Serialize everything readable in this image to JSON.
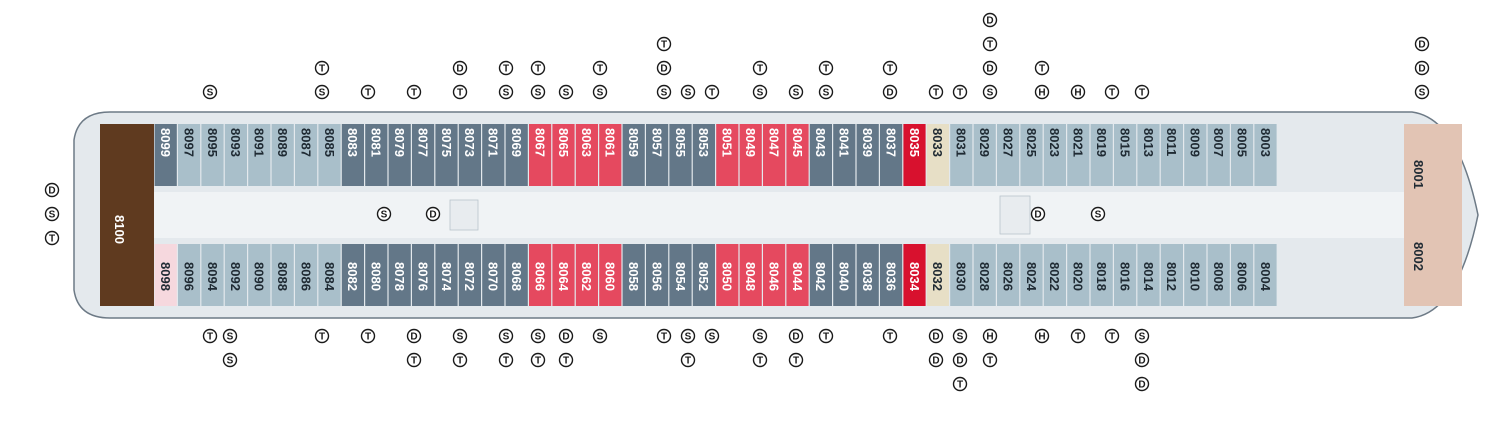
{
  "colors": {
    "hull_fill": "#e4e9ed",
    "hull_stroke": "#6d7a86",
    "corridor": "#f0f3f5",
    "dark": "#637788",
    "light": "#a9bfca",
    "red": "#e5495f",
    "deep_red": "#d8112e",
    "tan": "#e7dfc6",
    "peach": "#e2c4b4",
    "brown": "#5f3a1f",
    "pink": "#f6d8de",
    "label_dark": "#ffffff",
    "label_light": "#1f2a33"
  },
  "icon_legend": {
    "T": "T",
    "S": "S",
    "D": "D"
  },
  "suites": {
    "aft_suite": "8100",
    "forward_top": "8001",
    "forward_bottom": "8002"
  },
  "top_row": [
    {
      "num": "8099",
      "c": "dark"
    },
    {
      "num": "8097",
      "c": "light"
    },
    {
      "num": "8095",
      "c": "light"
    },
    {
      "num": "8093",
      "c": "light"
    },
    {
      "num": "8091",
      "c": "light"
    },
    {
      "num": "8089",
      "c": "light"
    },
    {
      "num": "8087",
      "c": "light"
    },
    {
      "num": "8085",
      "c": "light"
    },
    {
      "num": "8083",
      "c": "dark"
    },
    {
      "num": "8081",
      "c": "dark"
    },
    {
      "num": "8079",
      "c": "dark"
    },
    {
      "num": "8077",
      "c": "dark"
    },
    {
      "num": "8075",
      "c": "dark"
    },
    {
      "num": "8073",
      "c": "dark"
    },
    {
      "num": "8071",
      "c": "dark"
    },
    {
      "num": "8069",
      "c": "dark"
    },
    {
      "num": "8067",
      "c": "red"
    },
    {
      "num": "8065",
      "c": "red"
    },
    {
      "num": "8063",
      "c": "red"
    },
    {
      "num": "8061",
      "c": "red"
    },
    {
      "num": "8059",
      "c": "dark"
    },
    {
      "num": "8057",
      "c": "dark"
    },
    {
      "num": "8055",
      "c": "dark"
    },
    {
      "num": "8053",
      "c": "dark"
    },
    {
      "num": "8051",
      "c": "red"
    },
    {
      "num": "8049",
      "c": "red"
    },
    {
      "num": "8047",
      "c": "red"
    },
    {
      "num": "8045",
      "c": "red"
    },
    {
      "num": "8043",
      "c": "dark"
    },
    {
      "num": "8041",
      "c": "dark"
    },
    {
      "num": "8039",
      "c": "dark"
    },
    {
      "num": "8037",
      "c": "dark"
    },
    {
      "num": "8035",
      "c": "deep_red"
    },
    {
      "num": "8033",
      "c": "tan"
    },
    {
      "num": "8031",
      "c": "light"
    },
    {
      "num": "8029",
      "c": "light"
    },
    {
      "num": "8027",
      "c": "light"
    },
    {
      "num": "8025",
      "c": "light"
    },
    {
      "num": "8023",
      "c": "light"
    },
    {
      "num": "8021",
      "c": "light"
    },
    {
      "num": "8019",
      "c": "light"
    },
    {
      "num": "8015",
      "c": "light"
    },
    {
      "num": "8013",
      "c": "light"
    },
    {
      "num": "8011",
      "c": "light"
    },
    {
      "num": "8009",
      "c": "light"
    },
    {
      "num": "8007",
      "c": "light"
    },
    {
      "num": "8005",
      "c": "light"
    },
    {
      "num": "8003",
      "c": "light"
    }
  ],
  "bottom_row": [
    {
      "num": "8098",
      "c": "pink"
    },
    {
      "num": "8096",
      "c": "light"
    },
    {
      "num": "8094",
      "c": "light"
    },
    {
      "num": "8092",
      "c": "light"
    },
    {
      "num": "8090",
      "c": "light"
    },
    {
      "num": "8088",
      "c": "light"
    },
    {
      "num": "8086",
      "c": "light"
    },
    {
      "num": "8084",
      "c": "light"
    },
    {
      "num": "8082",
      "c": "dark"
    },
    {
      "num": "8080",
      "c": "dark"
    },
    {
      "num": "8078",
      "c": "dark"
    },
    {
      "num": "8076",
      "c": "dark"
    },
    {
      "num": "8074",
      "c": "dark"
    },
    {
      "num": "8072",
      "c": "dark"
    },
    {
      "num": "8070",
      "c": "dark"
    },
    {
      "num": "8068",
      "c": "dark"
    },
    {
      "num": "8066",
      "c": "red"
    },
    {
      "num": "8064",
      "c": "red"
    },
    {
      "num": "8062",
      "c": "red"
    },
    {
      "num": "8060",
      "c": "red"
    },
    {
      "num": "8058",
      "c": "dark"
    },
    {
      "num": "8056",
      "c": "dark"
    },
    {
      "num": "8054",
      "c": "dark"
    },
    {
      "num": "8052",
      "c": "dark"
    },
    {
      "num": "8050",
      "c": "red"
    },
    {
      "num": "8048",
      "c": "red"
    },
    {
      "num": "8046",
      "c": "red"
    },
    {
      "num": "8044",
      "c": "red"
    },
    {
      "num": "8042",
      "c": "dark"
    },
    {
      "num": "8040",
      "c": "dark"
    },
    {
      "num": "8038",
      "c": "dark"
    },
    {
      "num": "8036",
      "c": "dark"
    },
    {
      "num": "8034",
      "c": "deep_red"
    },
    {
      "num": "8032",
      "c": "tan"
    },
    {
      "num": "8030",
      "c": "light"
    },
    {
      "num": "8028",
      "c": "light"
    },
    {
      "num": "8026",
      "c": "light"
    },
    {
      "num": "8024",
      "c": "light"
    },
    {
      "num": "8022",
      "c": "light"
    },
    {
      "num": "8020",
      "c": "light"
    },
    {
      "num": "8018",
      "c": "light"
    },
    {
      "num": "8016",
      "c": "light"
    },
    {
      "num": "8014",
      "c": "light"
    },
    {
      "num": "8012",
      "c": "light"
    },
    {
      "num": "8010",
      "c": "light"
    },
    {
      "num": "8008",
      "c": "light"
    },
    {
      "num": "8006",
      "c": "light"
    },
    {
      "num": "8004",
      "c": "light"
    }
  ],
  "top_symbols": [
    [
      "S"
    ],
    [],
    [
      "T",
      "S"
    ],
    [
      "T"
    ],
    [
      "T"
    ],
    [
      "D",
      "T"
    ],
    [
      "T",
      "S"
    ],
    [
      "T",
      "S"
    ],
    [
      "S"
    ],
    [
      "T",
      "S"
    ],
    [
      "T",
      "D",
      "S"
    ],
    [
      "S"
    ],
    [
      "T"
    ],
    [
      "T",
      "S"
    ],
    [
      "S"
    ],
    [
      "T",
      "S"
    ],
    [
      "T",
      "D"
    ],
    [
      "T"
    ],
    [
      "T"
    ],
    [
      "D",
      "T",
      "D",
      "S"
    ],
    [
      "T",
      "H"
    ],
    [
      "H"
    ],
    [
      "T"
    ],
    [
      "T"
    ],
    [
      "D",
      "D",
      "S"
    ]
  ],
  "bottom_symbols": [
    [
      "T"
    ],
    [
      "S",
      "S"
    ],
    [
      "T"
    ],
    [
      "T"
    ],
    [
      "D",
      "T"
    ],
    [
      "S",
      "T"
    ],
    [
      "S",
      "T"
    ],
    [
      "S",
      "T"
    ],
    [
      "D",
      "T"
    ],
    [
      "S"
    ],
    [
      "T"
    ],
    [
      "S",
      "T"
    ],
    [
      "S"
    ],
    [
      "S",
      "T"
    ],
    [
      "D",
      "T"
    ],
    [
      "T"
    ],
    [
      "T"
    ],
    [
      "D",
      "D"
    ],
    [
      "S",
      "D",
      "T"
    ],
    [
      "H",
      "T"
    ],
    [
      "H"
    ],
    [
      "T"
    ],
    [
      "T"
    ],
    [
      "S",
      "D",
      "D"
    ]
  ],
  "aft_symbols": [
    "D",
    "S",
    "T"
  ]
}
